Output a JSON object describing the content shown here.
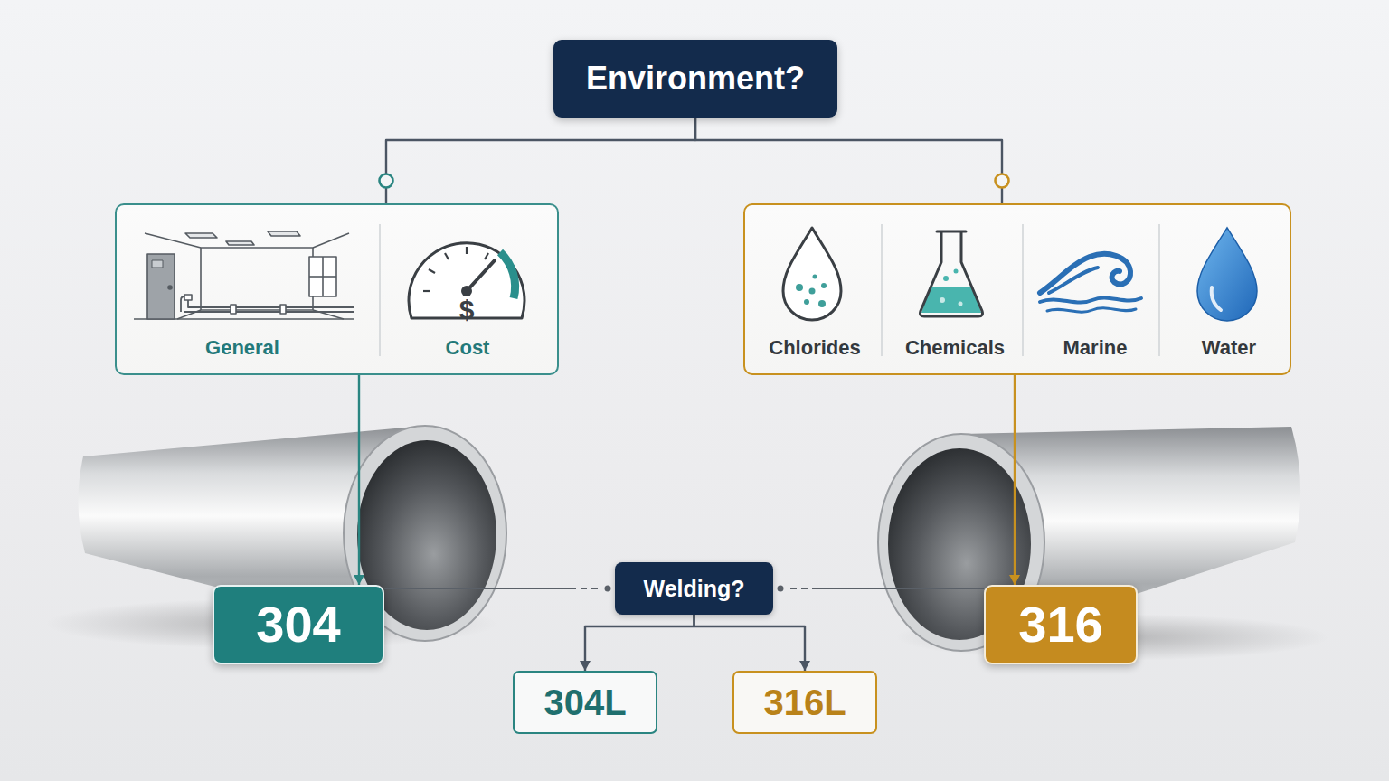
{
  "diagram": {
    "nodes": [
      {
        "text": [
          "Environment?"
        ]
      },
      {
        "text": [
          "General",
          "Cost"
        ]
      },
      {
        "text": [
          "Chlorides",
          "Chemicals",
          "Marine",
          "Water"
        ]
      },
      {
        "text": [
          "304"
        ]
      },
      {
        "text": [
          "316"
        ]
      },
      {
        "text": [
          "Welding?"
        ]
      },
      {
        "text": [
          "304L"
        ]
      },
      {
        "text": [
          "316L"
        ]
      }
    ],
    "edges": [
      {
        "from": 0,
        "to": 1,
        "arrow": "none"
      },
      {
        "from": 0,
        "to": 2,
        "arrow": "none"
      },
      {
        "from": 1,
        "to": 3,
        "arrow": "to"
      },
      {
        "from": 2,
        "to": 4,
        "arrow": "to"
      },
      {
        "from": 3,
        "to": 5,
        "arrow": "none"
      },
      {
        "from": 4,
        "to": 5,
        "arrow": "none"
      },
      {
        "from": 5,
        "to": 6,
        "arrow": "to"
      },
      {
        "from": 5,
        "to": 7,
        "arrow": "to"
      }
    ],
    "labels": [
      "$"
    ]
  }
}
